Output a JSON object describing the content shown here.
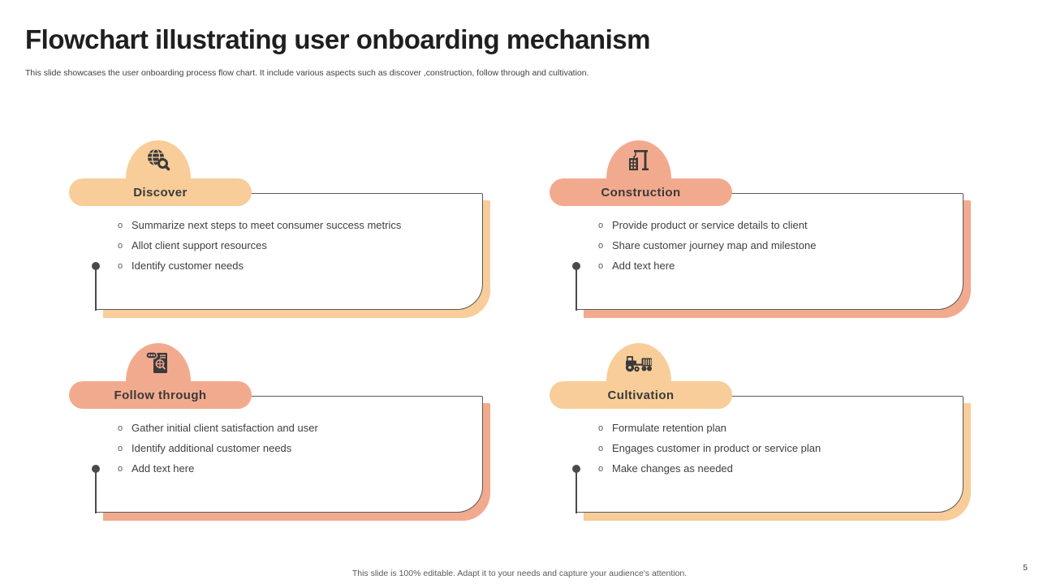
{
  "slide": {
    "title": "Flowchart illustrating user onboarding mechanism",
    "subtitle": "This slide showcases the user onboarding process flow chart. It include various aspects such as discover ,construction, follow through and cultivation.",
    "footer_note": "This slide is 100% editable. Adapt it to your needs and capture your audience's attention.",
    "page_number": "5"
  },
  "colors": {
    "light_orange": "#F8CD99",
    "salmon": "#F2AA8F",
    "icon_dark": "#3A3A3A",
    "card_border": "#595959",
    "connector": "#4A4A4A",
    "bullet_text": "#3F3F3F"
  },
  "sections": [
    {
      "label": "Discover",
      "icon": "globe-search-icon",
      "color": "#F8CD99",
      "bullets": [
        "Summarize next steps to meet consumer success metrics",
        "Allot client support resources",
        "Identify customer needs"
      ]
    },
    {
      "label": "Construction",
      "icon": "building-crane-icon",
      "color": "#F2AA8F",
      "bullets": [
        "Provide product or service details to client",
        "Share customer journey map and milestone",
        "Add text here"
      ]
    },
    {
      "label": "Follow through",
      "icon": "feedback-analysis-icon",
      "color": "#F2AA8F",
      "bullets": [
        "Gather initial client satisfaction and user",
        "Identify additional customer needs",
        "Add text here"
      ]
    },
    {
      "label": "Cultivation",
      "icon": "tractor-icon",
      "color": "#F8CD99",
      "bullets": [
        "Formulate retention plan",
        "Engages customer in product or service plan",
        "Make changes as needed"
      ]
    }
  ]
}
